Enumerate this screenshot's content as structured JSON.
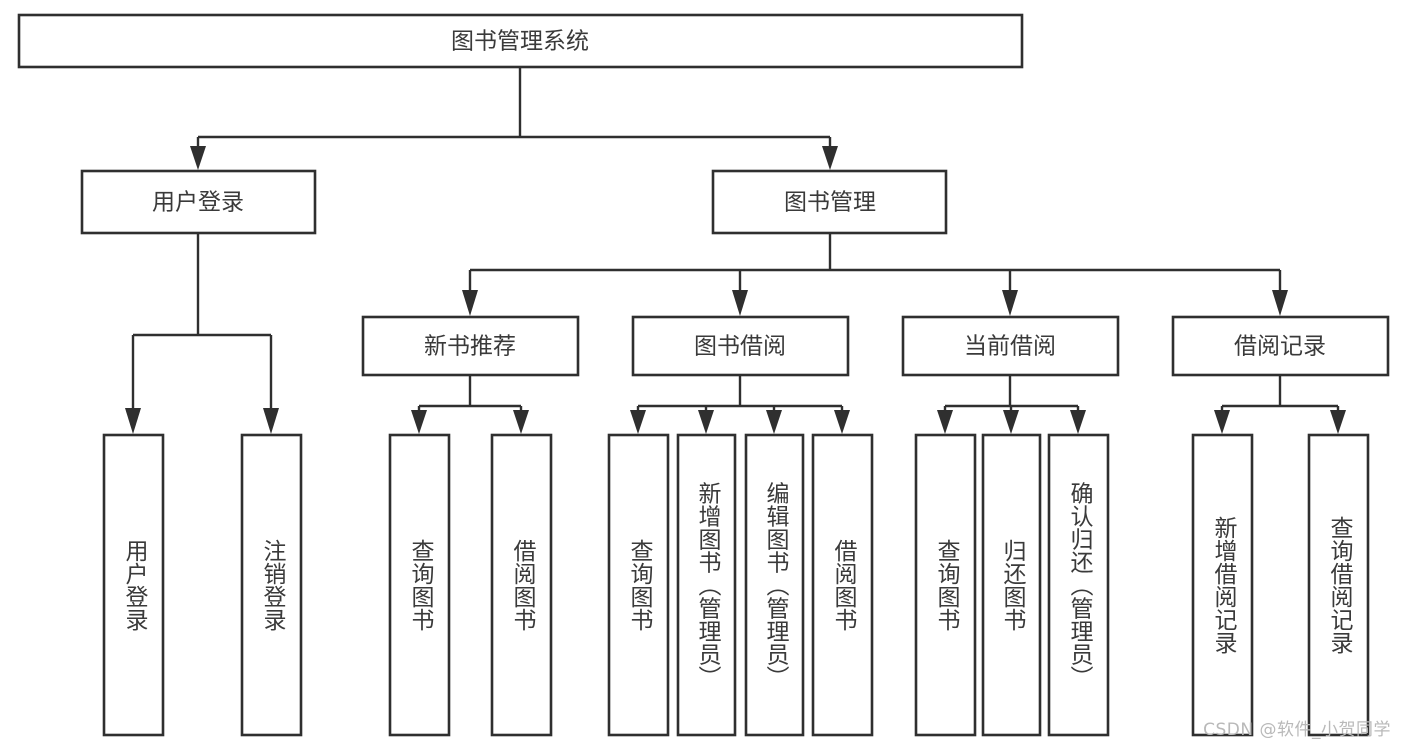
{
  "diagram": {
    "type": "tree-hierarchy",
    "title": "图书管理系统",
    "watermark": "CSDN @软件_小贺同学",
    "colors": {
      "stroke": "#2f2f2f",
      "fill": "#ffffff",
      "text": "#3a3a3a",
      "watermark": "#b9b9b9",
      "background": "#ffffff"
    },
    "levels": {
      "root": {
        "label": "图书管理系统"
      },
      "level2": [
        {
          "label": "用户登录"
        },
        {
          "label": "图书管理"
        }
      ],
      "level3": [
        {
          "label": "新书推荐"
        },
        {
          "label": "图书借阅"
        },
        {
          "label": "当前借阅"
        },
        {
          "label": "借阅记录"
        }
      ],
      "leaves": {
        "user_login": [
          {
            "label": "用户登录"
          },
          {
            "label": "注销登录"
          }
        ],
        "new_book_recommend": [
          {
            "label": "查询图书"
          },
          {
            "label": "借阅图书"
          }
        ],
        "book_borrow": [
          {
            "label": "查询图书"
          },
          {
            "label": "新增图书（管理员）"
          },
          {
            "label": "编辑图书（管理员）"
          },
          {
            "label": "借阅图书"
          }
        ],
        "current_borrow": [
          {
            "label": "查询图书"
          },
          {
            "label": "归还图书"
          },
          {
            "label": "确认归还（管理员）"
          }
        ],
        "borrow_record": [
          {
            "label": "新增借阅记录"
          },
          {
            "label": "查询借阅记录"
          }
        ]
      }
    }
  }
}
